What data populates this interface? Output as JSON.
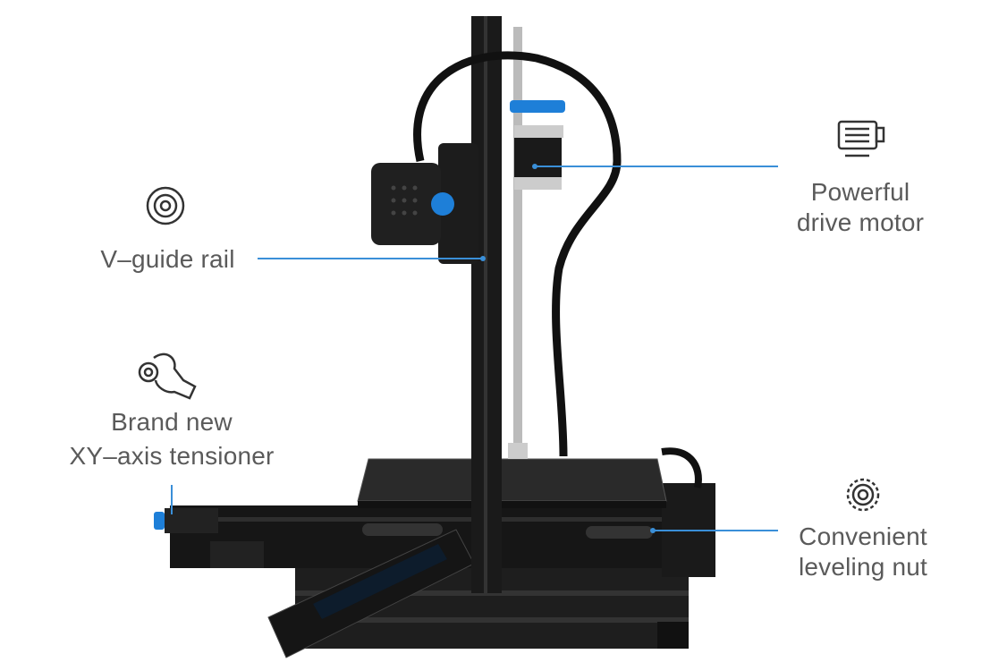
{
  "callouts": {
    "motor": {
      "line1": "Powerful",
      "line2": "drive motor",
      "icon": "motor-icon"
    },
    "rail": {
      "text": "V–guide rail",
      "icon": "v-guide-rail-icon"
    },
    "tensioner": {
      "line1": "Brand new",
      "line2": "XY–axis tensioner",
      "icon": "hand-tensioner-icon"
    },
    "leveling": {
      "line1": "Convenient",
      "line2": "leveling nut",
      "icon": "gear-icon"
    }
  },
  "colors": {
    "accent_line": "#3a8fd8",
    "text": "#5a5a5a",
    "frame": "#1c1c1c",
    "knob_blue": "#1e7fd8"
  }
}
